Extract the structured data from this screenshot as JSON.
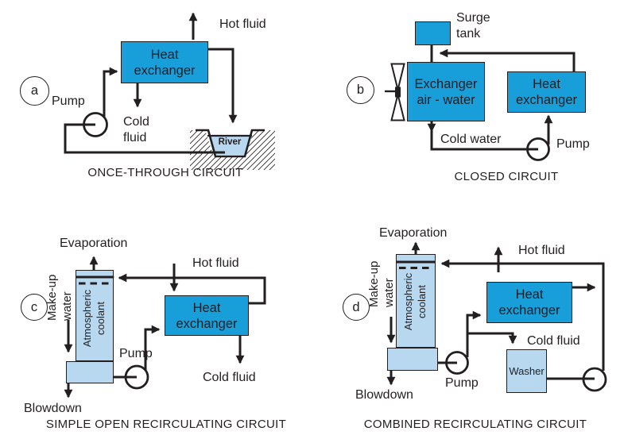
{
  "figure": {
    "type": "cooling-circuit-diagrams",
    "colors": {
      "box_blue": "#189ed9",
      "light_blue": "#b8d8f0",
      "line": "#231f20"
    }
  },
  "panels": {
    "a": {
      "id_label": "a",
      "title": "ONCE-THROUGH CIRCUIT",
      "heat_exchanger": "Heat\nexchanger",
      "hot_fluid": "Hot fluid",
      "cold_fluid": "Cold\nfluid",
      "pump_label": "Pump",
      "river": "River"
    },
    "b": {
      "id_label": "b",
      "title": "CLOSED CIRCUIT",
      "surge_tank": "Surge\ntank",
      "air_water_exchanger": "Exchanger\nair - water",
      "heat_exchanger": "Heat\nexchanger",
      "cold_water": "Cold water",
      "pump_label": "Pump"
    },
    "c": {
      "id_label": "c",
      "title": "SIMPLE OPEN RECIRCULATING CIRCUIT",
      "evaporation": "Evaporation",
      "make_up_water": "Make-up\nwater",
      "atmospheric_coolant": "Atmospheric\ncoolant",
      "hot_fluid": "Hot fluid",
      "heat_exchanger": "Heat\nexchanger",
      "pump_label": "Pump",
      "cold_fluid": "Cold fluid",
      "blowdown": "Blowdown"
    },
    "d": {
      "id_label": "d",
      "title": "COMBINED RECIRCULATING CIRCUIT",
      "evaporation": "Evaporation",
      "make_up_water": "Make-up\nwater",
      "atmospheric_coolant": "Atmospheric\ncoolant",
      "hot_fluid": "Hot fluid",
      "heat_exchanger": "Heat\nexchanger",
      "pump_label": "Pump",
      "cold_fluid": "Cold fluid",
      "blowdown": "Blowdown",
      "washer": "Washer"
    }
  }
}
